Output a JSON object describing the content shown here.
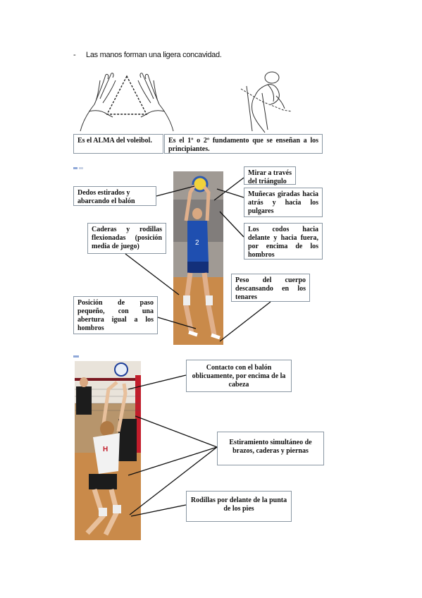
{
  "bullet": {
    "dash": "-",
    "text": "Las manos forman una ligera concavidad."
  },
  "section1": {
    "left_caption": "Es el ALMA del voleibol.",
    "right_caption": "Es el 1º o 2º fundamento que se enseñan a los principiantes."
  },
  "section2": {
    "labels": {
      "mirar": "Mirar a través del triángulo",
      "dedos": "Dedos estirados y abarcando el balón",
      "munecas": "Muñecas giradas hacia atrás y hacia los pulgares",
      "caderas": "Caderas y rodillas flexionadas (posición media de juego)",
      "codos": "Los codos hacia delante y hacia fuera, por encima de los hombros",
      "peso": "Peso del cuerpo descansando en los tenares",
      "posicion": "Posición de paso pequeño, con una abertura igual a los hombros"
    },
    "jersey_number": "2"
  },
  "section3": {
    "labels": {
      "contacto": "Contacto con el balón oblicuamente, por encima de la cabeza",
      "estiramiento": "Estiramiento simultáneo de brazos, caderas y piernas",
      "rodillas": "Rodillas por delante de la punta de los pies"
    }
  },
  "colors": {
    "box_border": "#8a97a3",
    "jersey_blue": "#1f4fb0",
    "jersey_white": "#f2f2f2",
    "court_wood": "#c98a4a"
  }
}
